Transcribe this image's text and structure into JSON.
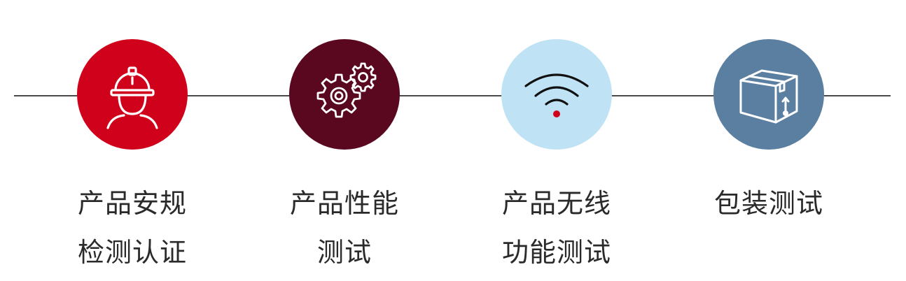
{
  "steps": [
    {
      "label_lines": [
        "产品安规",
        "检测认证"
      ],
      "icon": "hard-hat-worker-icon",
      "color": "#d0021b"
    },
    {
      "label_lines": [
        "产品性能",
        "测试"
      ],
      "icon": "gears-icon",
      "color": "#5a0720"
    },
    {
      "label_lines": [
        "产品无线",
        "功能测试"
      ],
      "icon": "wifi-icon",
      "color": "#bfe3f5"
    },
    {
      "label_lines": [
        "包装测试"
      ],
      "icon": "package-box-icon",
      "color": "#5b7fa0"
    }
  ]
}
